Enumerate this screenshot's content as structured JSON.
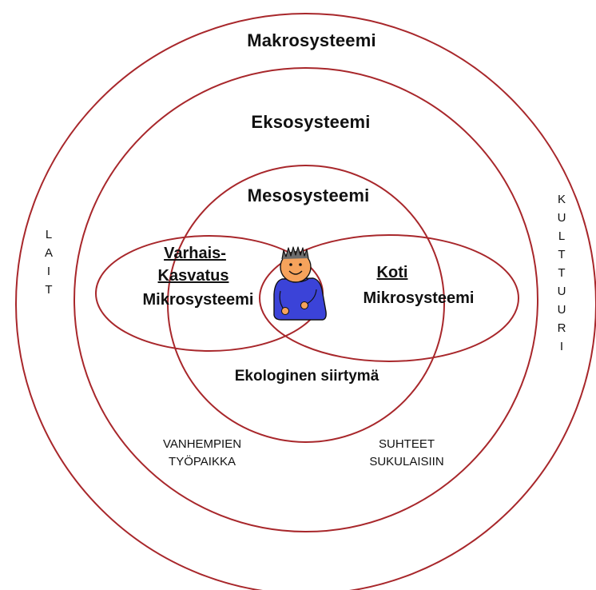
{
  "diagram": {
    "makro": "Makrosysteemi",
    "ekso": "Eksosysteemi",
    "meso": "Mesosysteemi",
    "varhais_1": "Varhais-",
    "varhais_2": "Kasvatus",
    "varhais_3": "Mikrosysteemi",
    "koti_1": "Koti",
    "koti_2": "Mikrosysteemi",
    "siirtyma": "Ekologinen siirtymä",
    "tyopaikka_1": "VANHEMPIEN",
    "tyopaikka_2": "TYÖPAIKKA",
    "suhteet_1": "SUHTEET",
    "suhteet_2": "SUKULAISIIN",
    "lait": [
      "L",
      "A",
      "I",
      "T"
    ],
    "kulttuuri": [
      "K",
      "U",
      "L",
      "T",
      "T",
      "U",
      "U",
      "R",
      "I"
    ]
  },
  "colors": {
    "ring": "#a8272b",
    "child_body": "#3b43d8",
    "child_face": "#f6a35c"
  }
}
